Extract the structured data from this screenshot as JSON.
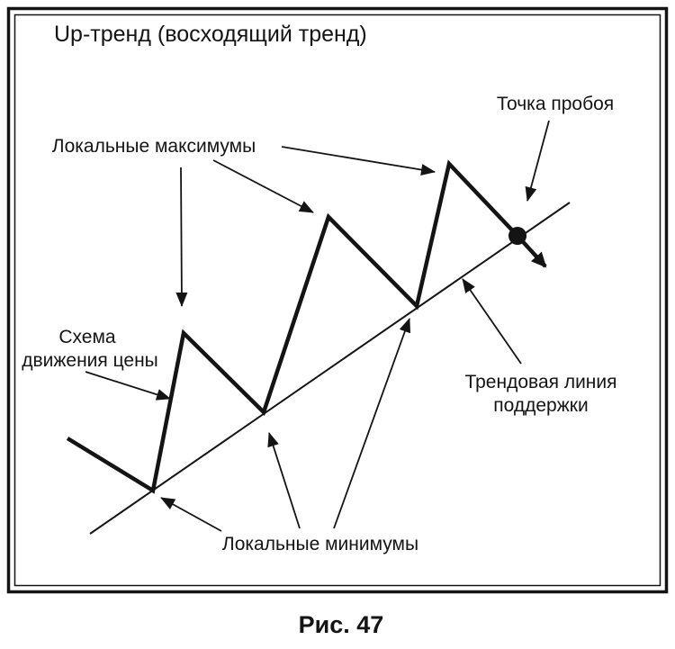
{
  "figure": {
    "title": "Up-тренд (восходящий тренд)",
    "caption": "Рис. 47",
    "labels": {
      "local_maxima": "Локальные максимумы",
      "breakout_point": "Точка пробоя",
      "price_scheme": {
        "line1": "Схема",
        "line2": "движения цены"
      },
      "support_trend": {
        "line1": "Трендовая линия",
        "line2": "поддержки"
      },
      "local_minima": "Локальные минимумы"
    },
    "colors": {
      "ink": "#141414",
      "background": "#ffffff"
    }
  }
}
